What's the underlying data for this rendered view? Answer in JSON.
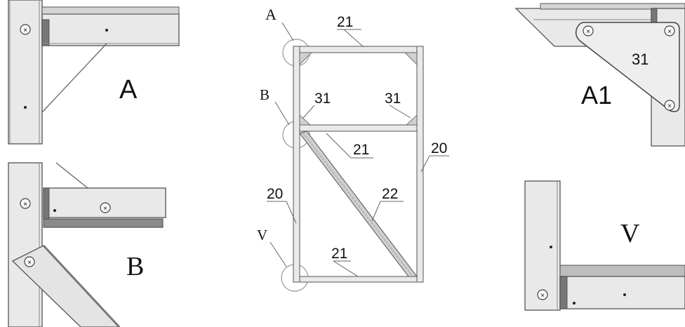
{
  "figure": {
    "panels": {
      "a": {
        "title": "A"
      },
      "b": {
        "title": "B"
      },
      "a1": {
        "title": "A1",
        "part_label": "31"
      },
      "v": {
        "title": "V"
      }
    },
    "center": {
      "callouts": {
        "a": "A",
        "b": "B",
        "v": "V"
      },
      "part_labels": {
        "top_bar": "21",
        "left_gusset": "31",
        "right_gusset": "31",
        "mid_bar": "21",
        "right_post": "20",
        "left_post": "20",
        "diagonal": "22",
        "bottom_bar": "21"
      }
    }
  },
  "colors": {
    "metal_fill": "#e9e9e9",
    "metal_dark": "#cfcfcf",
    "outline": "#555555",
    "callout_circle": "#9a9a9a"
  }
}
